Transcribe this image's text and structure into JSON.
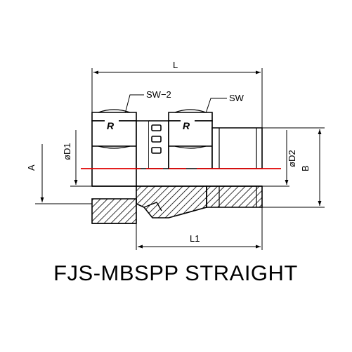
{
  "drawing": {
    "title": "FJS-MBSPP STRAIGHT",
    "labels": {
      "L": "L",
      "L1": "L1",
      "SW2": "SW−2",
      "SW": "SW",
      "A": "A",
      "B": "B",
      "D1": "øD1",
      "D2": "øD2",
      "logo_left": "R",
      "logo_right": "R"
    },
    "colors": {
      "line": "#000000",
      "centerline": "#e00000",
      "background": "#ffffff"
    }
  }
}
